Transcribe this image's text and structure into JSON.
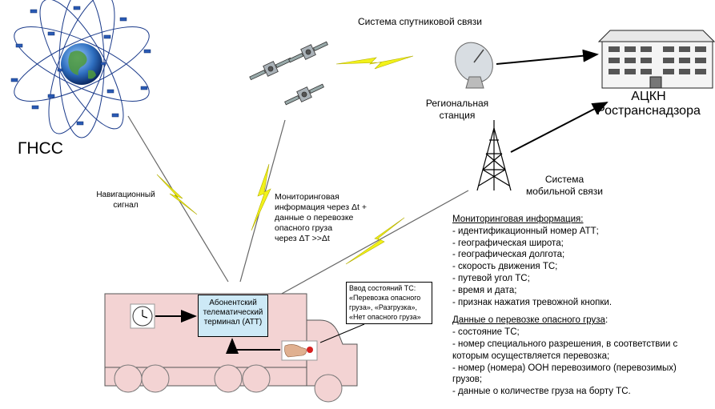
{
  "gnss": {
    "label": "ГНСС"
  },
  "satellite_system": {
    "title": "Система спутниковой связи"
  },
  "regional_station": {
    "line1": "Региональная",
    "line2": "станция"
  },
  "ackn": {
    "line1": "АЦКН",
    "line2": "Ространснадзора"
  },
  "mobile_system": {
    "line1": "Система",
    "line2": "мобильной связи"
  },
  "nav_signal": {
    "line1": "Навигационный",
    "line2": "сигнал"
  },
  "monitoring_annotation": {
    "lines": [
      "Мониторинговая",
      "информация через Δt +",
      "данные о перевозке",
      "опасного груза",
      "через ΔT >>Δt"
    ]
  },
  "att": {
    "line1": "Абонентский",
    "line2": "телематический",
    "line3": "терминал (АТТ)"
  },
  "state_input": {
    "lines": [
      "Ввод состояний ТС:",
      "«Перевозка опасного",
      "груза», «Разгрузка»,",
      "«Нет опасного груза»"
    ]
  },
  "monitoring_info": {
    "heading": "Мониторинговая информация:",
    "items": [
      "- идентификационный номер АТТ;",
      "- географическая широта;",
      "- географическая долгота;",
      "- скорость движения ТС;",
      "- путевой угол ТС;",
      "- время и дата;",
      "- признак нажатия тревожной кнопки."
    ]
  },
  "cargo_info": {
    "heading": "Данные о перевозке опасного груза",
    "heading_suffix": ":",
    "items": [
      "- состояние ТС;",
      "- номер специального разрешения, в соответствии с",
      "которым осуществляется перевозка;",
      "- номер (номера) ООН перевозимого (перевозимых)",
      "грузов;",
      "- данные о количестве груза на борту ТС."
    ]
  },
  "icons": [
    "globe-icon",
    "satellite-icon",
    "satellite-dish-icon",
    "radio-tower-icon",
    "building-icon",
    "clock-icon",
    "alarm-button-icon",
    "truck-icon",
    "signal-bolt-icon"
  ],
  "colors": {
    "truck_fill": "#f3d3d3",
    "att_fill": "#cde9f6",
    "lightning": "#f2f21a",
    "globe_blue": "#2f6fc0"
  }
}
